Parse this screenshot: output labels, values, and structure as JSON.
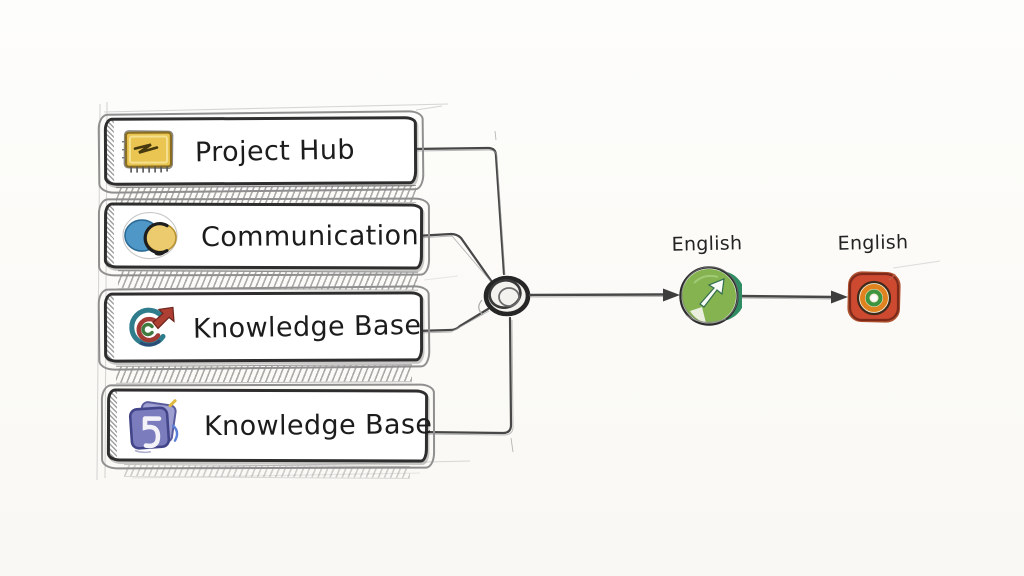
{
  "diagram": {
    "sources": [
      {
        "label": "Project Hub",
        "icon": "chip-board-icon"
      },
      {
        "label": "Communication",
        "icon": "chat-bubbles-icon"
      },
      {
        "label": "Knowledge Base",
        "icon": "spiral-arrow-icon"
      },
      {
        "label": "Knowledge Base",
        "icon": "layered-pages-icon"
      }
    ],
    "hub": {
      "icon": "scribble-node"
    },
    "outputs": [
      {
        "label": "English",
        "icon": "globe-arrow-icon"
      },
      {
        "label": "English",
        "icon": "target-rings-icon"
      }
    ],
    "colors": {
      "ink": "#2e2e2e",
      "pencil": "#8f8f8f",
      "paper": "#fcfbf8",
      "box_yellow": "#eac551",
      "bubble_blue": "#4f97c6",
      "bubble_yellow": "#ecca6e",
      "spiral_teal": "#2f7d8c",
      "spiral_red": "#ad3f33",
      "pages_purple": "#7a7cbd",
      "globe_green_light": "#85b350",
      "globe_green_dark": "#2f8c63",
      "target_red": "#cd4a31",
      "target_orange": "#e0831f",
      "target_green": "#3f9440"
    }
  }
}
